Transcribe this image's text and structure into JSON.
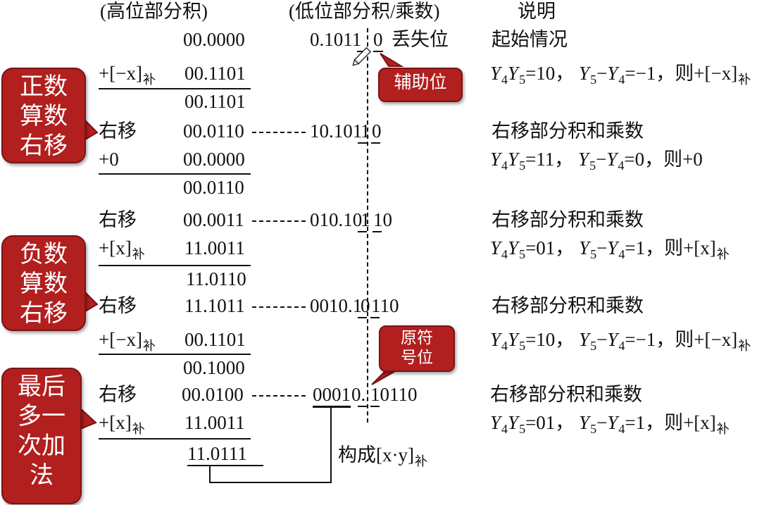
{
  "headers": {
    "high": "(高位部分积)",
    "low": "(低位部分积/乘数)",
    "desc": "说明"
  },
  "rows": {
    "r0": {
      "high": "00.0000",
      "low": "0.1011",
      "aux": "0",
      "aux_label": "丢失位",
      "desc": "起始情况"
    },
    "r1": {
      "op": "+[−x]",
      "op_sub": "补",
      "high": "00.1101",
      "desc_prefix": "Y",
      "desc": {
        "a": "Y",
        "a_sub": "4",
        "b": "Y",
        "b_sub": "5",
        "c": "=10，",
        "d": "Y",
        "d_sub": "5",
        "e": "−",
        "f": "Y",
        "f_sub": "4",
        "g": "=−1，则+[−x]",
        "g_sub": "补"
      }
    },
    "r1s": {
      "high": "00.1101"
    },
    "r2": {
      "op": "右移",
      "high": "00.0110",
      "low": "10.101",
      "aux": "1",
      "aux2": "0",
      "desc": "右移部分积和乘数"
    },
    "r3": {
      "op": "+0",
      "high": "00.0000",
      "desc": {
        "a": "Y",
        "a_sub": "4",
        "b": "Y",
        "b_sub": "5",
        "c": "=11，",
        "d": "Y",
        "d_sub": "5",
        "e": "−",
        "f": "Y",
        "f_sub": "4",
        "g": "=0，则+0",
        "g_sub": ""
      }
    },
    "r3s": {
      "high": "00.0110"
    },
    "r4": {
      "op": "右移",
      "high": "00.0011",
      "low": "010.10",
      "aux": "1",
      "aux2": "10",
      "desc": "右移部分积和乘数"
    },
    "r5": {
      "op": "+[x]",
      "op_sub": "补",
      "high": "11.0011",
      "desc": {
        "a": "Y",
        "a_sub": "4",
        "b": "Y",
        "b_sub": "5",
        "c": "=01，",
        "d": "Y",
        "d_sub": "5",
        "e": "−",
        "f": "Y",
        "f_sub": "4",
        "g": "=1，则+[x]",
        "g_sub": "补"
      }
    },
    "r5s": {
      "high": "11.0110"
    },
    "r6": {
      "op": "右移",
      "high": "11.1011",
      "low": "0010.1",
      "aux": "0",
      "aux2": "110",
      "desc": "右移部分积和乘数"
    },
    "r7": {
      "op": "+[−x]",
      "op_sub": "补",
      "high": "00.1101",
      "desc": {
        "a": "Y",
        "a_sub": "4",
        "b": "Y",
        "b_sub": "5",
        "c": "=10，",
        "d": "Y",
        "d_sub": "5",
        "e": "−",
        "f": "Y",
        "f_sub": "4",
        "g": "=−1，则+[−x]",
        "g_sub": "补"
      }
    },
    "r7s": {
      "high": "00.1000"
    },
    "r8": {
      "op": "右移",
      "high": "00.0100",
      "low": "0001",
      "low2": "0.",
      "aux2": "10110",
      "desc": "右移部分积和乘数"
    },
    "r9": {
      "op": "+[x]",
      "op_sub": "补",
      "high": "11.0011",
      "desc": {
        "a": "Y",
        "a_sub": "4",
        "b": "Y",
        "b_sub": "5",
        "c": "=01，",
        "d": "Y",
        "d_sub": "5",
        "e": "−",
        "f": "Y",
        "f_sub": "4",
        "g": "=1，则+[x]",
        "g_sub": "补"
      }
    },
    "r9s": {
      "high": "11.0111"
    }
  },
  "result_label": {
    "text": "构成[x·y]",
    "sub": "补"
  },
  "callouts": {
    "positive": "正数\n算数\n右移",
    "negative": "负数\n算数\n右移",
    "last_add": "最后\n多一\n次加\n法",
    "aux_bit": "辅助位",
    "sign_bit": "原符\n号位"
  },
  "icons": {
    "pencil": "pencil-icon"
  },
  "colors": {
    "callout_fill": "#b21f1f",
    "callout_border": "#7a1414",
    "text": "#111111"
  }
}
